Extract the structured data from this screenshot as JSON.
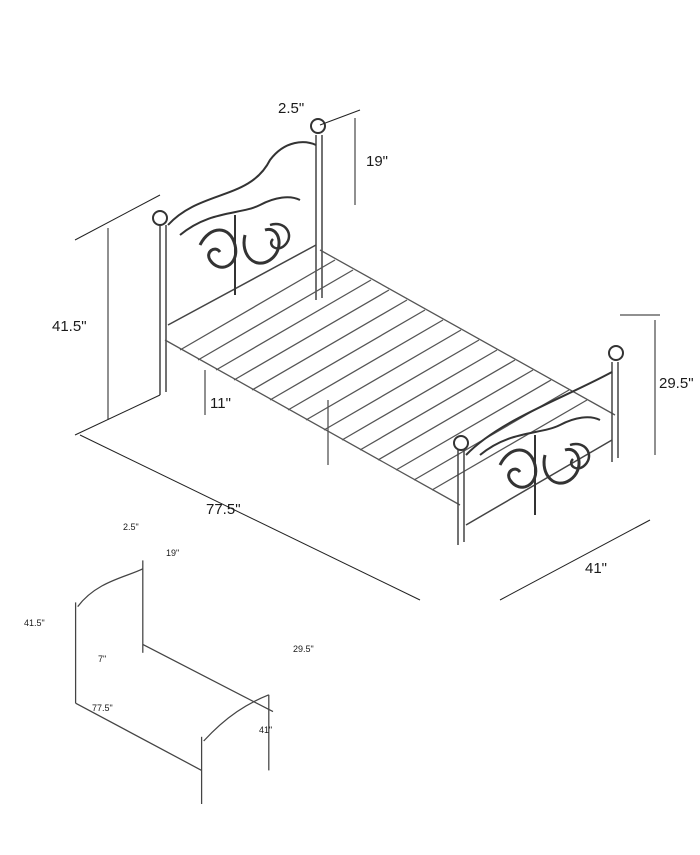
{
  "diagram": {
    "subject": "Metal platform bed frame with scroll-pattern headboard and footboard",
    "main_view": {
      "labels": {
        "post_diameter": "2.5\"",
        "headboard_above_post": "19\"",
        "headboard_height": "41.5\"",
        "under_bed_clearance": "11\"",
        "length": "77.5\"",
        "footboard_height": "29.5\"",
        "width": "41\""
      }
    },
    "thumbnail_view": {
      "labels": {
        "post_diameter": "2.5\"",
        "headboard_above_post": "19\"",
        "headboard_height": "41.5\"",
        "under_bed_clearance": "7\"",
        "length": "77.5\"",
        "footboard_height": "29.5\"",
        "width": "41\""
      }
    }
  }
}
